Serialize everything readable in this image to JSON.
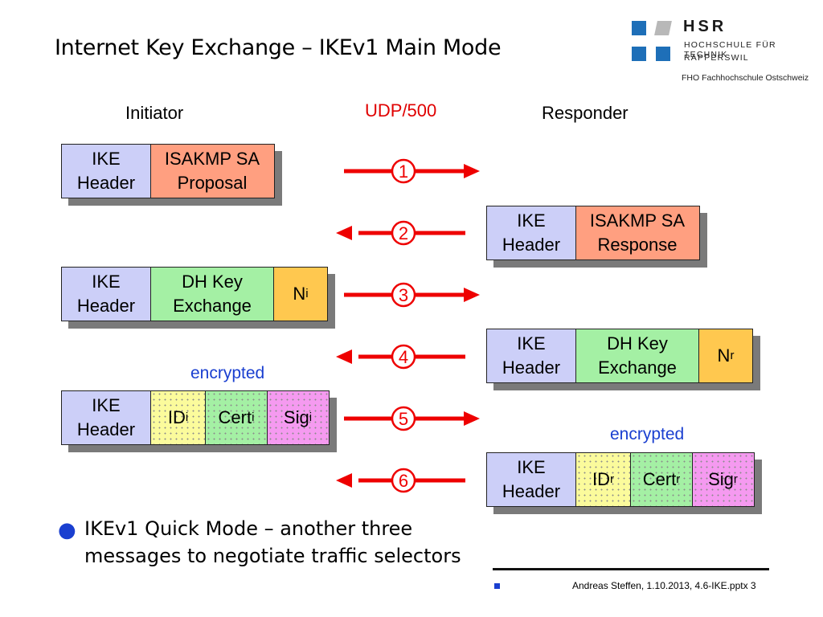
{
  "slide": {
    "title": "Internet Key Exchange – IKEv1 Main Mode",
    "footer": "Andreas Steffen, 1.10.2013, 4.6-IKE.pptx 3",
    "bullet": "IKEv1 Quick Mode – another three\nmessages to negotiate traffic selectors"
  },
  "logo": {
    "name": "HSR",
    "line1": "HOCHSCHULE FÜR TECHNIK",
    "line2": "RAPPERSWIL",
    "line3": "FHO Fachhochschule Ostschweiz"
  },
  "diagram": {
    "initiator_label": "Initiator",
    "responder_label": "Responder",
    "transport_label": "UDP/500",
    "encrypted_label_initiator": "encrypted",
    "encrypted_label_responder": "encrypted",
    "packets": {
      "p1": {
        "ike": "IKE\nHeader",
        "payload": "ISAKMP SA\nProposal"
      },
      "p2": {
        "ike": "IKE\nHeader",
        "payload": "ISAKMP SA\nResponse"
      },
      "p3": {
        "ike": "IKE\nHeader",
        "dh": "DH Key\nExchange",
        "nonce": "N",
        "nonce_sub": "i"
      },
      "p4": {
        "ike": "IKE\nHeader",
        "dh": "DH Key\nExchange",
        "nonce": "N",
        "nonce_sub": "r"
      },
      "p5": {
        "ike": "IKE\nHeader",
        "id": "ID",
        "id_sub": "i",
        "cert": "Cert",
        "cert_sub": "i",
        "sig": "Sig",
        "sig_sub": "i"
      },
      "p6": {
        "ike": "IKE\nHeader",
        "id": "ID",
        "id_sub": "r",
        "cert": "Cert",
        "cert_sub": "r",
        "sig": "Sig",
        "sig_sub": "r"
      }
    },
    "messages": [
      {
        "number": "1",
        "direction": "right"
      },
      {
        "number": "2",
        "direction": "left"
      },
      {
        "number": "3",
        "direction": "right"
      },
      {
        "number": "4",
        "direction": "left"
      },
      {
        "number": "5",
        "direction": "right"
      },
      {
        "number": "6",
        "direction": "left"
      }
    ]
  },
  "colors": {
    "arrow": "#ee0000",
    "accent_blue": "#1a3fd0",
    "ike_header": "#cccff8",
    "isakmp_sa": "#ff9f80",
    "dh_key": "#a4f0a4",
    "nonce": "#ffc84f",
    "id": "#fbfb9c",
    "cert": "#a4f0a4",
    "sig": "#f59af0"
  }
}
